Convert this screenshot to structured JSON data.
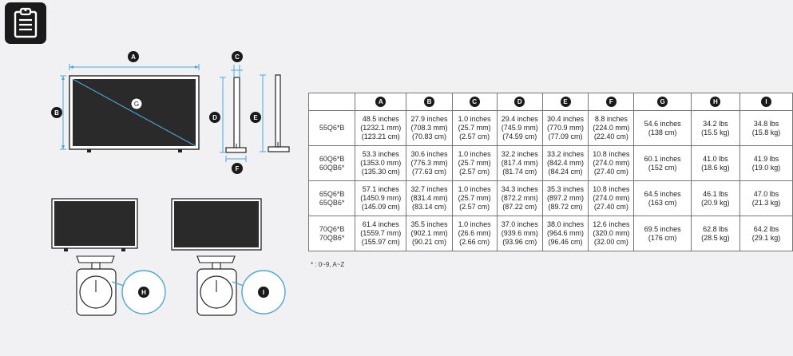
{
  "icons": {
    "header": "clipboard-icon"
  },
  "figure_labels": {
    "width": "A",
    "height": "B",
    "depth": "C",
    "height_stand": "D",
    "height_side": "E",
    "stand_depth": "F",
    "diagonal": "G",
    "weight_stand": "H",
    "weight_no_stand": "I"
  },
  "table": {
    "headers": [
      "A",
      "B",
      "C",
      "D",
      "E",
      "F",
      "G",
      "H",
      "I"
    ],
    "rows": [
      {
        "models": [
          "55Q6*B"
        ],
        "cells": [
          [
            "48.5 inches",
            "(1232.1 mm)",
            "(123.21 cm)"
          ],
          [
            "27.9 inches",
            "(708.3 mm)",
            "(70.83 cm)"
          ],
          [
            "1.0 inches",
            "(25.7 mm)",
            "(2.57 cm)"
          ],
          [
            "29.4 inches",
            "(745.9 mm)",
            "(74.59 cm)"
          ],
          [
            "30.4 inches",
            "(770.9 mm)",
            "(77.09 cm)"
          ],
          [
            "8.8 inches",
            "(224.0 mm)",
            "(22.40 cm)"
          ],
          [
            "54.6 inches",
            "(138 cm)"
          ],
          [
            "34.2 lbs",
            "(15.5 kg)"
          ],
          [
            "34.8 lbs",
            "(15.8 kg)"
          ]
        ]
      },
      {
        "models": [
          "60Q6*B",
          "60QB6*"
        ],
        "cells": [
          [
            "53.3 inches",
            "(1353.0 mm)",
            "(135.30 cm)"
          ],
          [
            "30.6 inches",
            "(776.3 mm)",
            "(77.63 cm)"
          ],
          [
            "1.0 inches",
            "(25.7 mm)",
            "(2.57 cm)"
          ],
          [
            "32.2 inches",
            "(817.4 mm)",
            "(81.74 cm)"
          ],
          [
            "33.2 inches",
            "(842.4 mm)",
            "(84.24 cm)"
          ],
          [
            "10.8 inches",
            "(274.0 mm)",
            "(27.40 cm)"
          ],
          [
            "60.1 inches",
            "(152 cm)"
          ],
          [
            "41.0 lbs",
            "(18.6 kg)"
          ],
          [
            "41.9 lbs",
            "(19.0 kg)"
          ]
        ]
      },
      {
        "models": [
          "65Q6*B",
          "65QB6*"
        ],
        "cells": [
          [
            "57.1 inches",
            "(1450.9 mm)",
            "(145.09 cm)"
          ],
          [
            "32.7 inches",
            "(831.4 mm)",
            "(83.14 cm)"
          ],
          [
            "1.0 inches",
            "(25.7 mm)",
            "(2.57 cm)"
          ],
          [
            "34.3 inches",
            "(872.2 mm)",
            "(87.22 cm)"
          ],
          [
            "35.3 inches",
            "(897.2 mm)",
            "(89.72 cm)"
          ],
          [
            "10.8 inches",
            "(274.0 mm)",
            "(27.40 cm)"
          ],
          [
            "64.5 inches",
            "(163 cm)"
          ],
          [
            "46.1 lbs",
            "(20.9 kg)"
          ],
          [
            "47.0 lbs",
            "(21.3 kg)"
          ]
        ]
      },
      {
        "models": [
          "70Q6*B",
          "70QB6*"
        ],
        "cells": [
          [
            "61.4 inches",
            "(1559.7 mm)",
            "(155.97 cm)"
          ],
          [
            "35.5 inches",
            "(902.1 mm)",
            "(90.21 cm)"
          ],
          [
            "1.0 inches",
            "(26.6 mm)",
            "(2.66 cm)"
          ],
          [
            "37.0 inches",
            "(939.6 mm)",
            "(93.96 cm)"
          ],
          [
            "38.0 inches",
            "(964.6 mm)",
            "(96.46 cm)"
          ],
          [
            "12.6 inches",
            "(320.0 mm)",
            "(32.00  cm)"
          ],
          [
            "69.5 inches",
            "(176 cm)"
          ],
          [
            "62.8 lbs",
            "(28.5 kg)"
          ],
          [
            "64.2 lbs",
            "(29.1 kg)"
          ]
        ]
      }
    ]
  },
  "footnote": "* : 0~9, A~Z"
}
